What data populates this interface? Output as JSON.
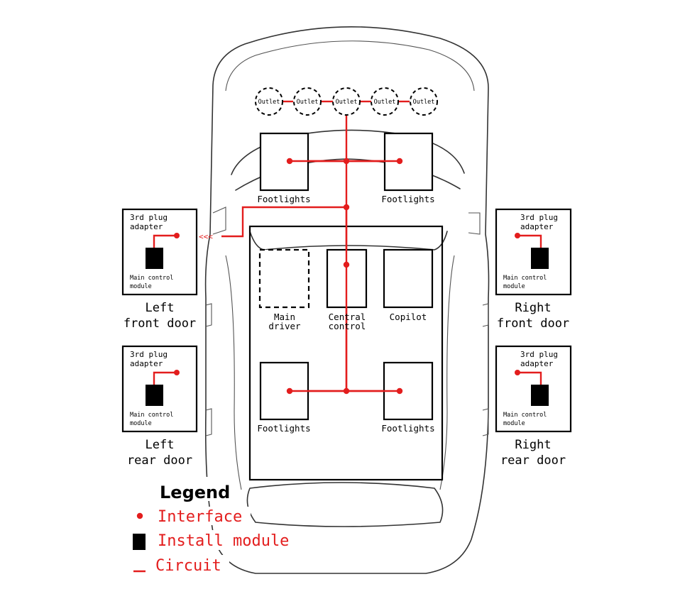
{
  "outlets": [
    "Outlet",
    "Outlet",
    "Outlet",
    "Outlet",
    "Outlet"
  ],
  "footlights": {
    "front_left": "Footlights",
    "front_right": "Footlights",
    "rear_left": "Footlights",
    "rear_right": "Footlights"
  },
  "seats": {
    "main_driver": [
      "Main",
      "driver"
    ],
    "central_control": [
      "Central",
      "control"
    ],
    "copilot": "Copilot"
  },
  "doors": {
    "left_front": {
      "adapter": [
        "3rd plug",
        "adapter"
      ],
      "module": [
        "Main control",
        "module"
      ],
      "name": [
        "Left",
        "front door"
      ]
    },
    "left_rear": {
      "adapter": [
        "3rd plug",
        "adapter"
      ],
      "module": [
        "Main control",
        "module"
      ],
      "name": [
        "Left",
        "rear door"
      ]
    },
    "right_front": {
      "adapter": [
        "3rd plug",
        "adapter"
      ],
      "module": [
        "Main control",
        "module"
      ],
      "name": [
        "Right",
        "front door"
      ]
    },
    "right_rear": {
      "adapter": [
        "3rd plug",
        "adapter"
      ],
      "module": [
        "Main control",
        "module"
      ],
      "name": [
        "Right",
        "rear door"
      ]
    }
  },
  "legend": {
    "title": "Legend",
    "interface": "Interface",
    "install_module": "Install module",
    "circuit": "Circuit"
  },
  "colors": {
    "wire": "#e31d1d",
    "module": "#000000",
    "outline": "#333333"
  }
}
